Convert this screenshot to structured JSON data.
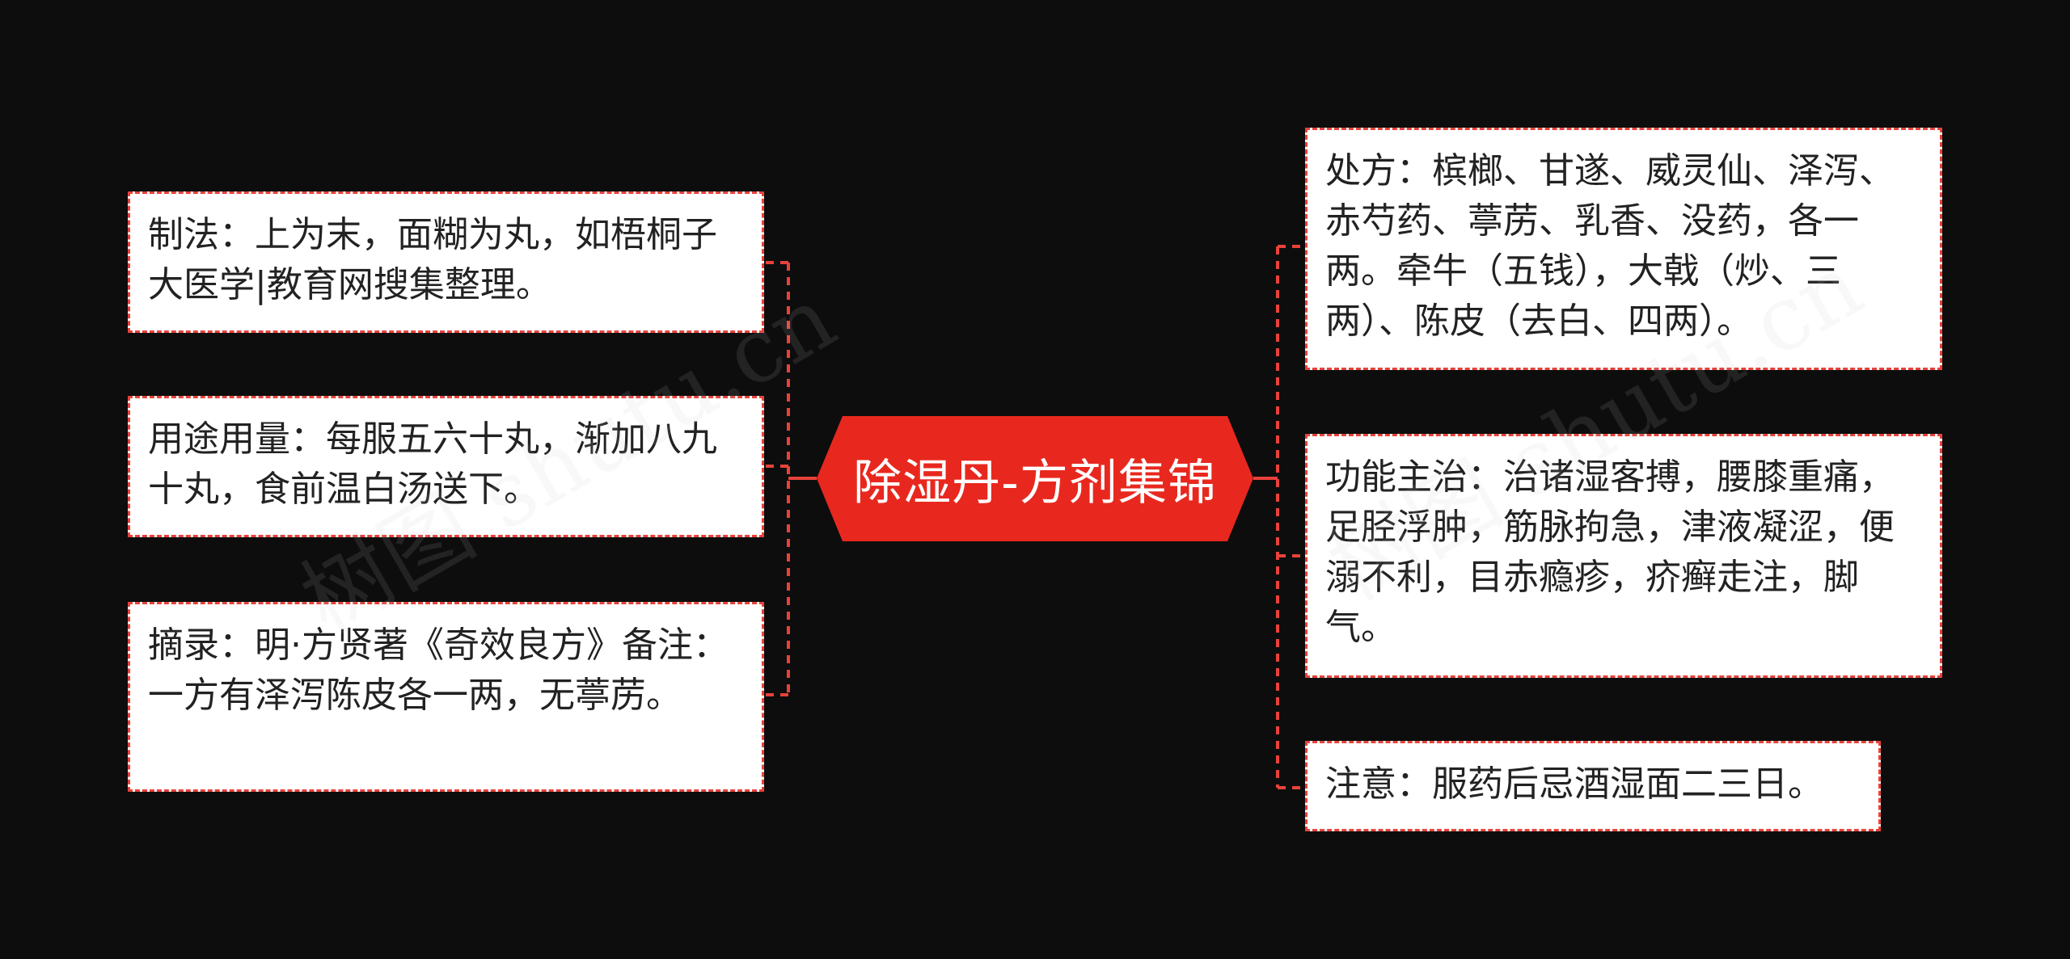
{
  "center": {
    "label": "除湿丹-方剂集锦",
    "color": "#e8281e"
  },
  "left_nodes": [
    {
      "text": "制法：上为末，面糊为丸，如梧桐子大医学|教育网搜集整理。"
    },
    {
      "text": "用途用量：每服五六十丸，渐加八九十丸，食前温白汤送下。"
    },
    {
      "text": "摘录：明·方贤著《奇效良方》备注：一方有泽泻陈皮各一两，无葶苈。"
    }
  ],
  "right_nodes": [
    {
      "text": "处方：槟榔、甘遂、威灵仙、泽泻、赤芍药、葶苈、乳香、没药，各一两。牵牛（五钱），大戟（炒、三两）、陈皮（去白、四两）。"
    },
    {
      "text": "功能主治：治诸湿客搏，腰膝重痛，足胫浮肿，筋脉拘急，津液凝涩，便溺不利，目赤瘾疹，疥癣走注，脚气。"
    },
    {
      "text": "注意：服药后忌酒湿面二三日。"
    }
  ],
  "watermark": {
    "left": "树图 shutu.cn",
    "right": "树图 shutu.cn"
  },
  "colors": {
    "background": "#0d0d0d",
    "connector": "#e8423a",
    "node_fill": "#ffffff",
    "node_text": "#222222"
  }
}
